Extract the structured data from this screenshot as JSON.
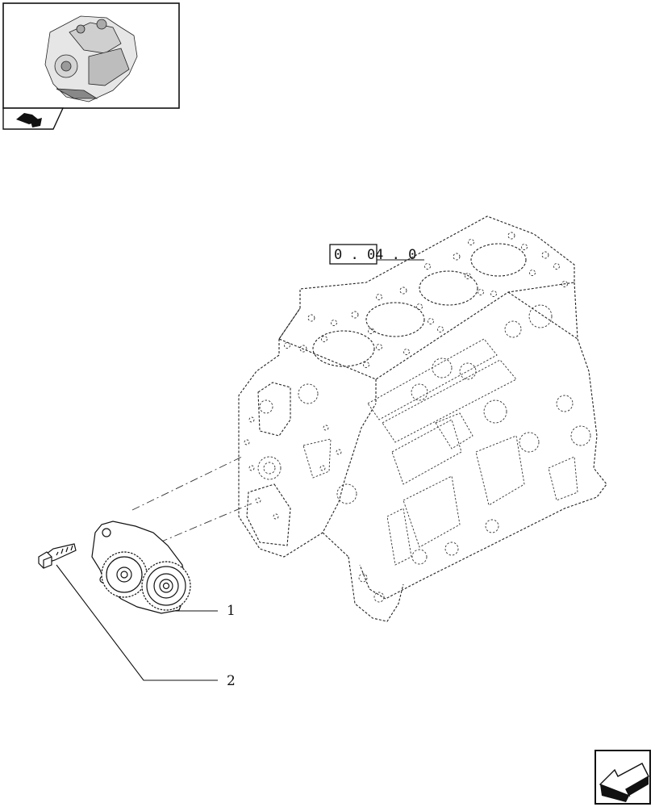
{
  "diagram": {
    "reference_code": "0 . 04 . 0",
    "callouts": [
      {
        "id": "1",
        "label": "1"
      },
      {
        "id": "2",
        "label": "2"
      }
    ]
  },
  "icons": {
    "thumbnail": "engine-assembly-thumbnail-icon",
    "tab": "engine-group-tab-icon",
    "nav": "next-page-arrow-icon"
  },
  "colors": {
    "line": "#111111",
    "background": "#ffffff"
  }
}
